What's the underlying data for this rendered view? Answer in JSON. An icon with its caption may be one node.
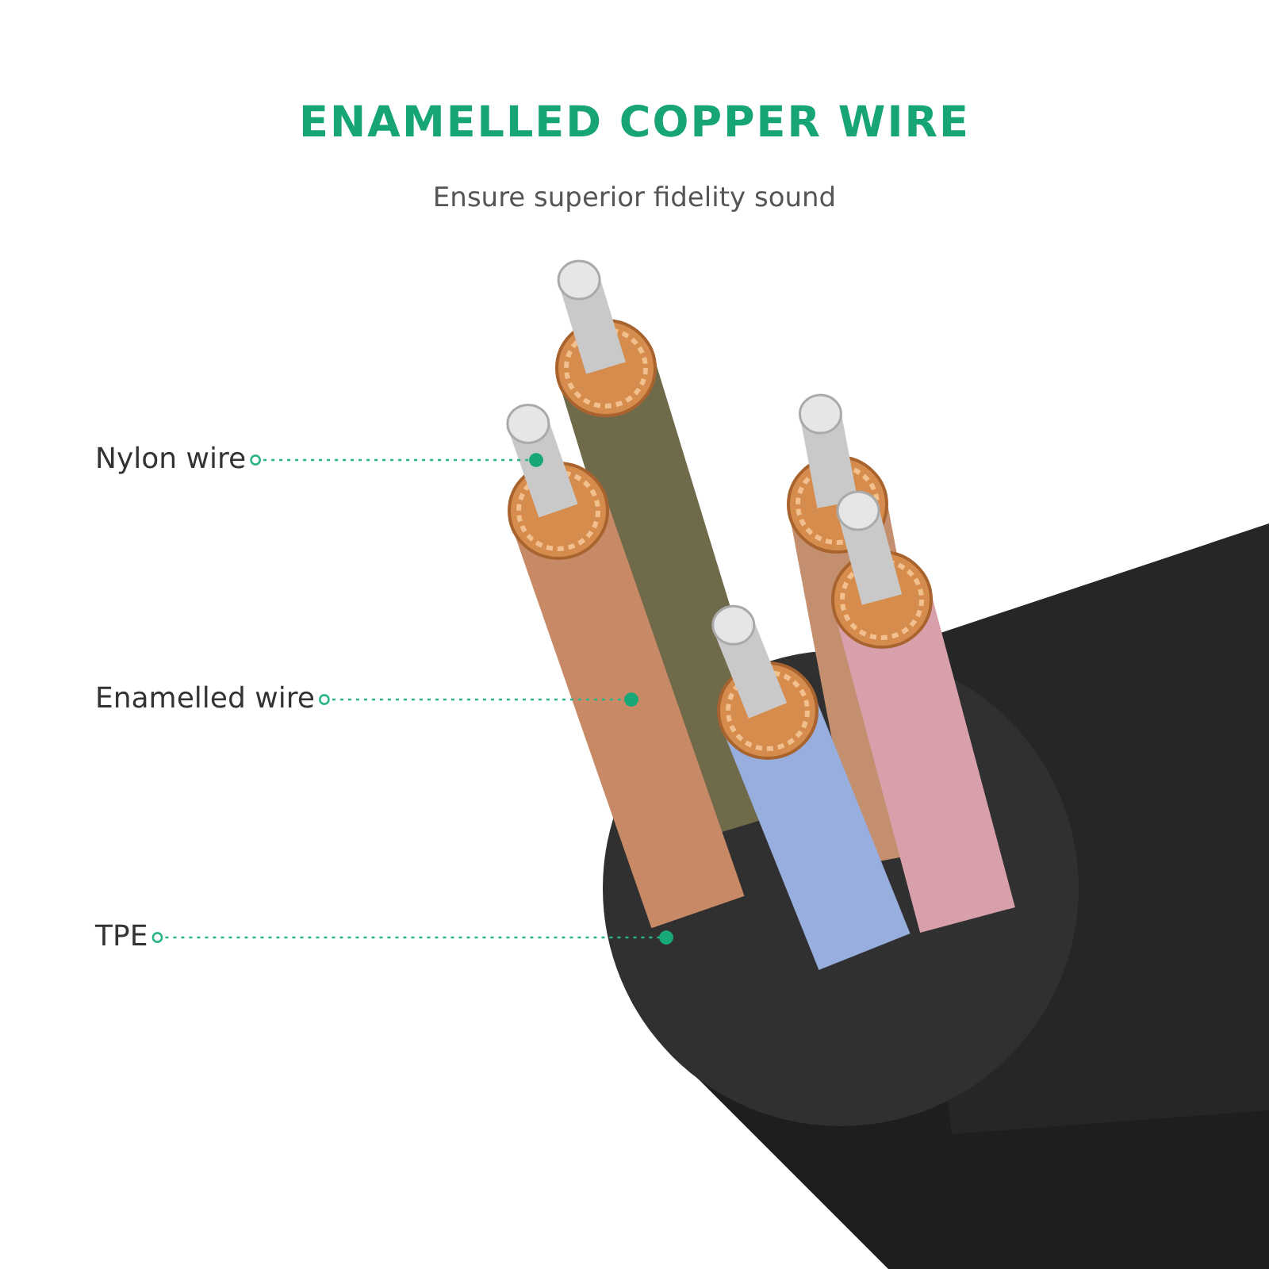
{
  "diagram": {
    "title": "ENAMELLED COPPER WIRE",
    "caption": "Ensure superior fidelity sound",
    "nodes": [
      {
        "text": [
          "Nylon wire"
        ]
      },
      {
        "text": [],
        "shape": "picture"
      },
      {
        "text": [
          "Enamelled wire"
        ]
      },
      {
        "text": [],
        "shape": "picture"
      },
      {
        "text": [
          "TPE"
        ]
      },
      {
        "text": [],
        "shape": "picture"
      }
    ],
    "edges": [
      {
        "from": 0,
        "to": 1,
        "arrow": "other",
        "style": "dashed"
      },
      {
        "from": 2,
        "to": 3,
        "arrow": "other",
        "style": "dashed"
      },
      {
        "from": 4,
        "to": 5,
        "arrow": "other",
        "style": "dashed"
      }
    ]
  }
}
